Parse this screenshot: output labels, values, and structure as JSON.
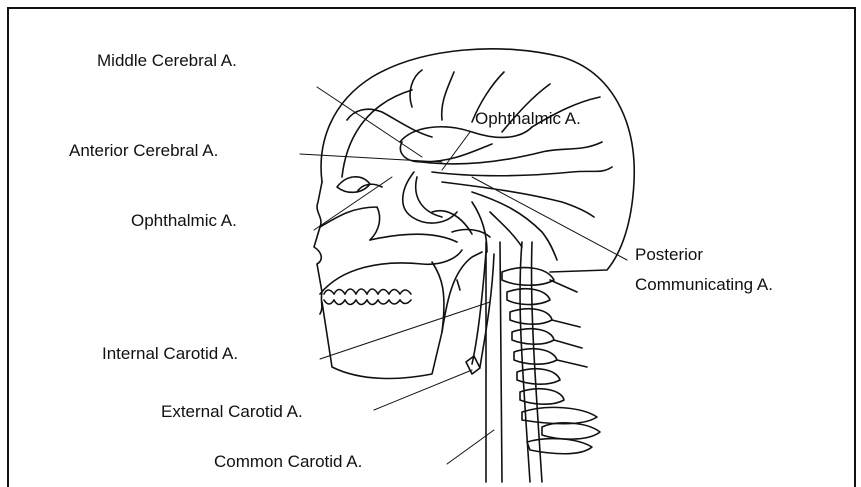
{
  "labels": {
    "middle_cerebral": "Middle Cerebral A.",
    "anterior_cerebral": "Anterior Cerebral A.",
    "ophthalmic_left": "Ophthalmic A.",
    "ophthalmic_top": "Ophthalmic A.",
    "posterior_communicating_line1": "Posterior",
    "posterior_communicating_line2": "Communicating A.",
    "internal_carotid": "Internal Carotid A.",
    "external_carotid": "External Carotid A.",
    "common_carotid": "Common Carotid A."
  },
  "colors": {
    "ink": "#111111",
    "background": "#ffffff"
  }
}
